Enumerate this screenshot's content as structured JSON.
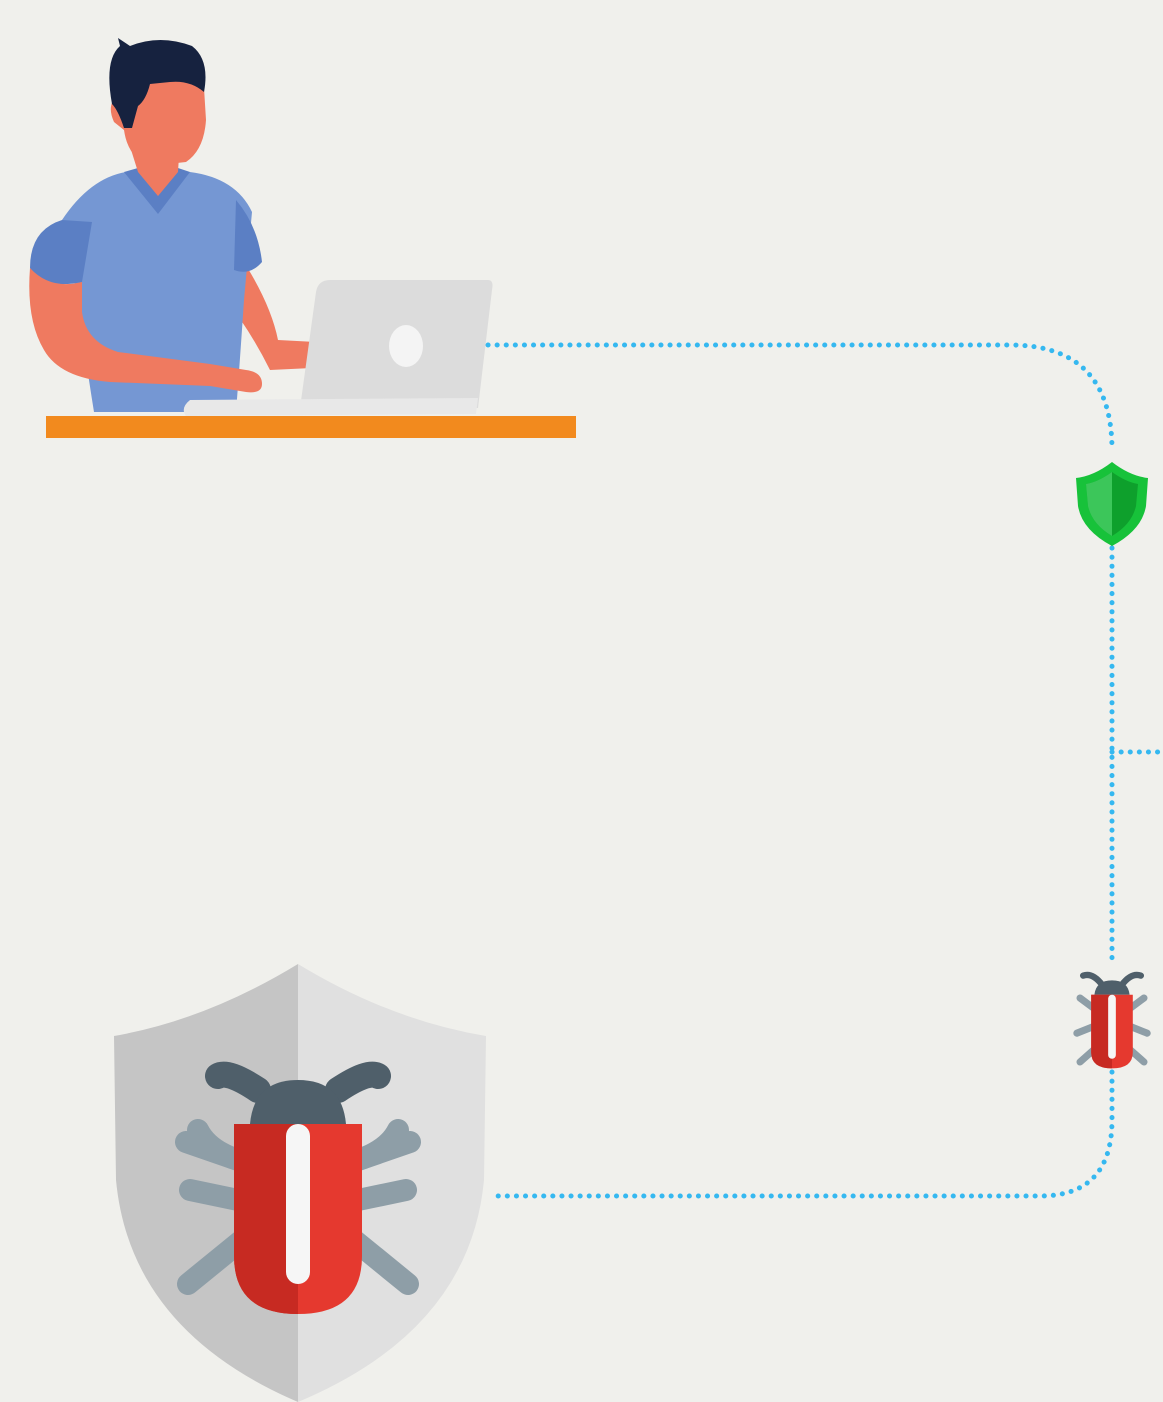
{
  "diagram": {
    "type": "security-flow-illustration",
    "nodes": [
      {
        "id": "user-at-laptop",
        "icon": "person-laptop-icon"
      },
      {
        "id": "green-shield-checkpoint",
        "icon": "green-shield-icon"
      },
      {
        "id": "small-bug",
        "icon": "bug-icon"
      },
      {
        "id": "bug-shield",
        "icon": "shield-bug-icon"
      }
    ],
    "edges": [
      {
        "from": "user-at-laptop",
        "to": "green-shield-checkpoint",
        "style": "dotted"
      },
      {
        "from": "green-shield-checkpoint",
        "to": "small-bug",
        "style": "dotted"
      },
      {
        "from": "small-bug",
        "to": "bug-shield",
        "style": "dotted"
      },
      {
        "from": "green-shield-checkpoint",
        "to": "offscreen-right",
        "style": "dotted"
      }
    ]
  },
  "colors": {
    "background": "#f0f0ec",
    "connector": "#35b8f0",
    "desk": "#f28a1e",
    "shirt": "#7597d3",
    "skin": "#ef7a60",
    "hair": "#16223f",
    "laptop": "#dcdcdc",
    "checkpoint_shield": "#17c23a",
    "bug_red": "#e5392f",
    "bug_dark": "#4f5f6a",
    "bug_legs": "#8e9ea7",
    "shield_light": "#e0e0e0",
    "shield_dark": "#c5c5c5"
  }
}
